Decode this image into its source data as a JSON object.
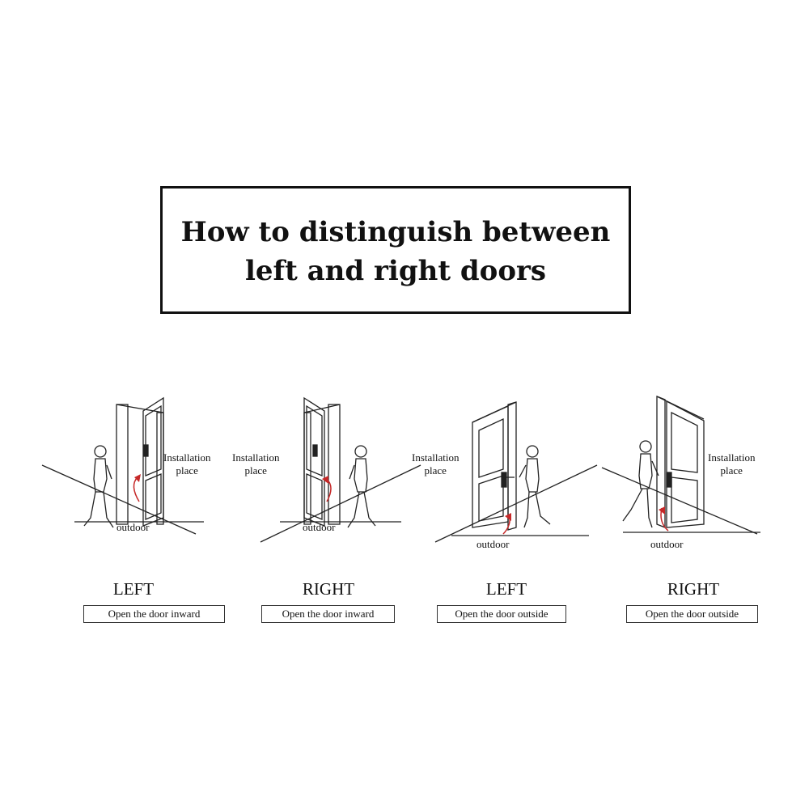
{
  "title": {
    "line1": "How to distinguish between",
    "line2": "left and right doors"
  },
  "panels": [
    {
      "side": "LEFT",
      "direction": "Open the door inward",
      "installation": [
        "Installation",
        "place"
      ],
      "outdoor": "outdoor"
    },
    {
      "side": "RIGHT",
      "direction": "Open the door inward",
      "installation": [
        "Installation",
        "place"
      ],
      "outdoor": "outdoor"
    },
    {
      "side": "LEFT",
      "direction": "Open the door outside",
      "installation": [
        "Installation",
        "place"
      ],
      "outdoor": "outdoor"
    },
    {
      "side": "RIGHT",
      "direction": "Open the door outside",
      "installation": [
        "Installation",
        "place"
      ],
      "outdoor": "outdoor"
    }
  ],
  "colors": {
    "line": "#222222",
    "arrow": "#c62828",
    "border": "#111111"
  }
}
